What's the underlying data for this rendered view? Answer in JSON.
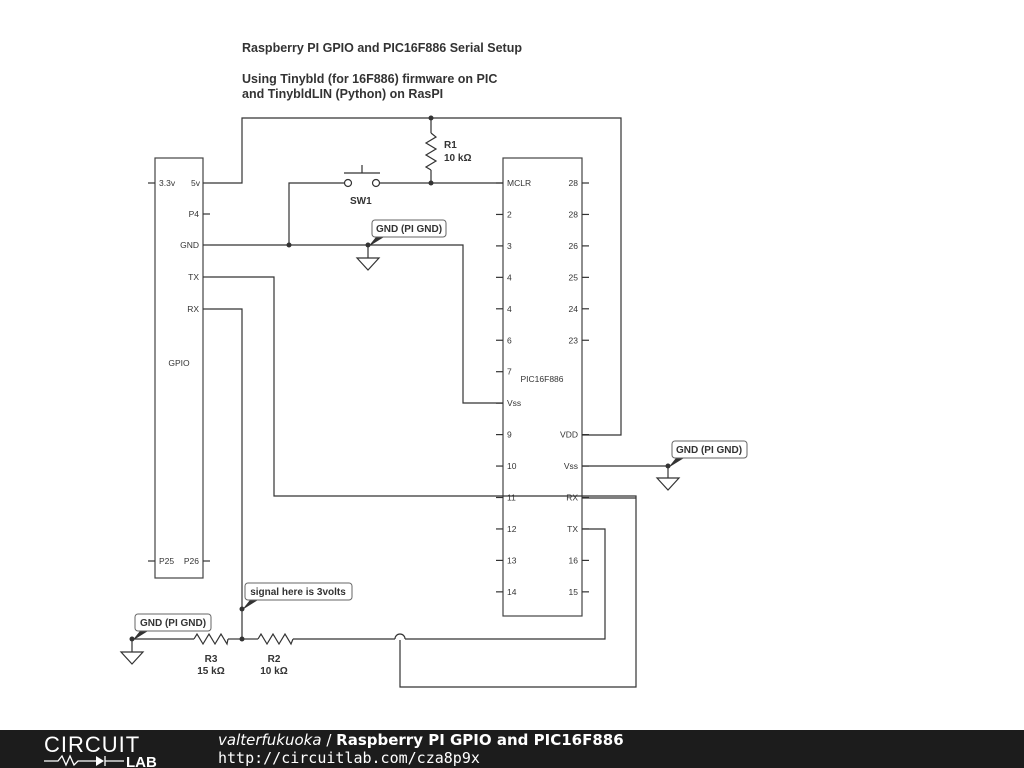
{
  "heading": {
    "title": "Raspberry PI GPIO and PIC16F886 Serial Setup",
    "line2": "Using Tinybld (for 16F886) firmware on PIC",
    "line3": "and TinybldLIN (Python) on RasPI"
  },
  "gpio": {
    "name": "GPIO",
    "pins": {
      "v33": "3.3v",
      "v5": "5v",
      "p4": "P4",
      "gnd": "GND",
      "tx": "TX",
      "rx": "RX",
      "p25": "P25",
      "p26": "P26"
    }
  },
  "pic": {
    "name": "PIC16F886",
    "left_pins": [
      "MCLR",
      "2",
      "3",
      "4",
      "4",
      "6",
      "7",
      "Vss",
      "9",
      "10",
      "11",
      "12",
      "13",
      "14"
    ],
    "right_pins": [
      "28",
      "28",
      "26",
      "25",
      "24",
      "23",
      "",
      "",
      "VDD",
      "Vss",
      "RX",
      "TX",
      "16",
      "15"
    ]
  },
  "components": {
    "r1": {
      "ref": "R1",
      "value": "10 kΩ"
    },
    "r2": {
      "ref": "R2",
      "value": "10 kΩ"
    },
    "r3": {
      "ref": "R3",
      "value": "15 kΩ"
    },
    "sw1": {
      "ref": "SW1"
    }
  },
  "labels": {
    "gnd_top": "GND (PI GND)",
    "gnd_right": "GND (PI GND)",
    "gnd_left": "GND (PI GND)",
    "signal_note": "signal here is 3volts"
  },
  "footer": {
    "logo_top": "CIRCUIT",
    "logo_bottom": "LAB",
    "author": "valterfukuoka",
    "separator": " / ",
    "project": "Raspberry PI GPIO and PIC16F886",
    "url": "http://circuitlab.com/cza8p9x"
  }
}
